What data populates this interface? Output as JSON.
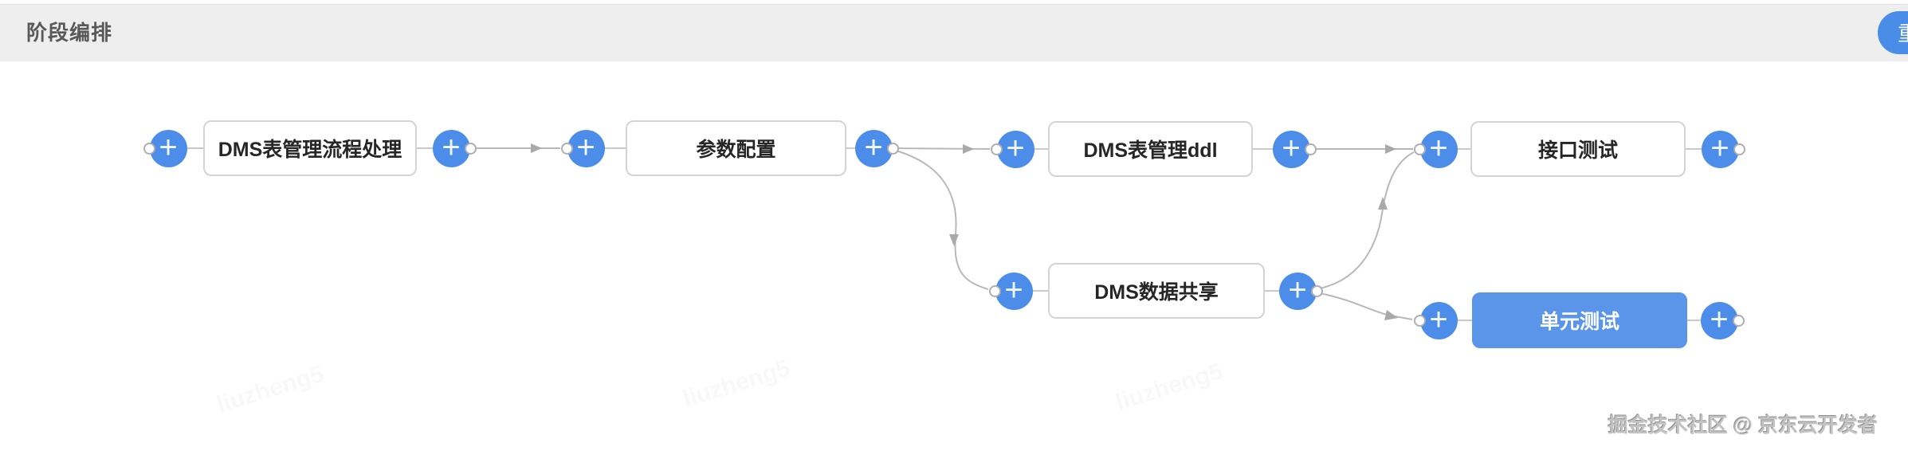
{
  "header": {
    "title": "阶段编排",
    "reset_button_label": "重"
  },
  "flow": {
    "plus_icon": "+",
    "nodes": [
      {
        "label": "DMS表管理流程处理",
        "selected": false
      },
      {
        "label": "参数配置",
        "selected": false
      },
      {
        "label": "DMS表管理ddl",
        "selected": false
      },
      {
        "label": "接口测试",
        "selected": false
      },
      {
        "label": "DMS数据共享",
        "selected": false
      },
      {
        "label": "单元测试",
        "selected": true
      }
    ],
    "edges": [
      {
        "from": "DMS表管理流程处理",
        "to": "参数配置"
      },
      {
        "from": "参数配置",
        "to": "DMS表管理ddl"
      },
      {
        "from": "参数配置",
        "to": "DMS数据共享"
      },
      {
        "from": "DMS表管理ddl",
        "to": "接口测试"
      },
      {
        "from": "DMS数据共享",
        "to": "接口测试"
      },
      {
        "from": "DMS数据共享",
        "to": "单元测试"
      }
    ]
  },
  "watermark": {
    "text": "liuzheng5"
  },
  "credit": "掘金技术社区 @ 京东云开发者",
  "colors": {
    "accent": "#4b8de8",
    "selected_node": "#5b95e9",
    "edge": "#b8b8b8",
    "header_bg": "#eeeeee"
  }
}
